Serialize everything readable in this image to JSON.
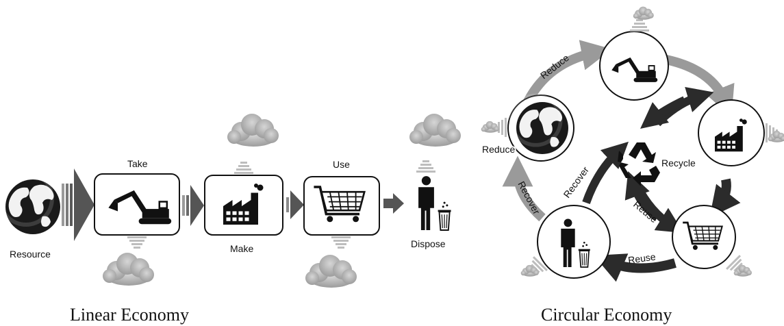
{
  "linear": {
    "title": "Linear Economy",
    "resource_label": "Resource",
    "take_label": "Take",
    "make_label": "Make",
    "use_label": "Use",
    "dispose_label": "Dispose"
  },
  "circular": {
    "title": "Circular Economy",
    "reduce_top_label": "Reduce",
    "reduce_left_label": "Reduce",
    "recycle_label": "Recycle",
    "recover_inner_label": "Recover",
    "recover_outer_label": "Recover",
    "reuse_inner_label": "Reuse",
    "reuse_outer_label": "Reuse"
  },
  "colors": {
    "ink": "#111111",
    "dark_arrow": "#2b2b2b",
    "light_arrow": "#9a9a9a",
    "pollution": "#a8a8a8"
  },
  "icons": [
    "globe-icon",
    "excavator-icon",
    "factory-icon",
    "shopping-cart-icon",
    "person-trash-icon",
    "recycle-icon",
    "smoke-cloud-icon"
  ]
}
